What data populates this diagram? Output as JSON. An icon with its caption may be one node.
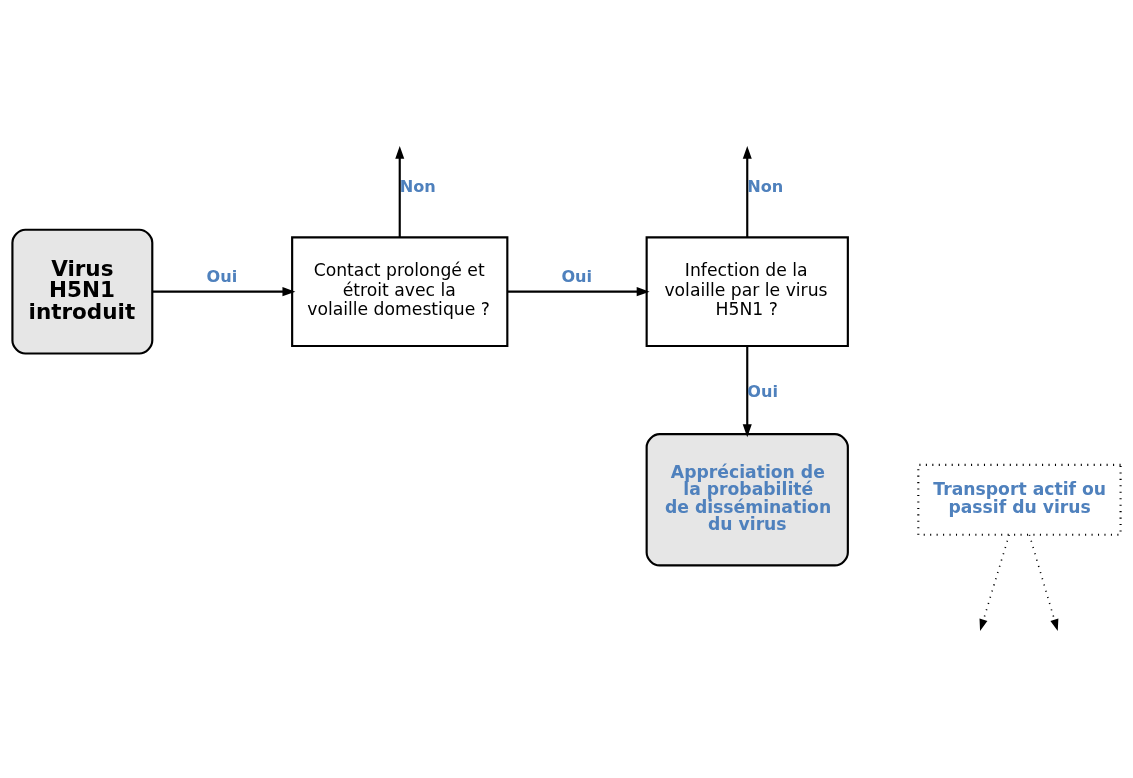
{
  "diagram": {
    "nodes": [
      {
        "text": [
          "Virus H5N1 introduit"
        ]
      },
      {
        "text": [
          "Contact prolongé et étroit avec la volaille domestique ?"
        ]
      },
      {
        "text": [
          "Infection de la volaille par le virus H5N1 ?"
        ]
      },
      {
        "text": [
          "Transport actif ou passif du virus"
        ]
      },
      {
        "text": [
          "Appréciation de la probabilité de dissémination du virus"
        ]
      }
    ],
    "edges": [
      {
        "from": 0,
        "to": 1,
        "arrow": "to",
        "label": "Oui"
      },
      {
        "from": 1,
        "to": null,
        "arrow": "to",
        "label": "Non"
      },
      {
        "from": 1,
        "to": 2,
        "arrow": "to",
        "label": "Oui"
      },
      {
        "from": 2,
        "to": null,
        "arrow": "to",
        "label": "Non"
      },
      {
        "from": 2,
        "to": 4,
        "arrow": "to",
        "label": "Oui"
      },
      {
        "from": 3,
        "to": null,
        "arrow": "to",
        "style": "dashed"
      },
      {
        "from": 3,
        "to": null,
        "arrow": "to",
        "style": "dashed"
      }
    ]
  }
}
